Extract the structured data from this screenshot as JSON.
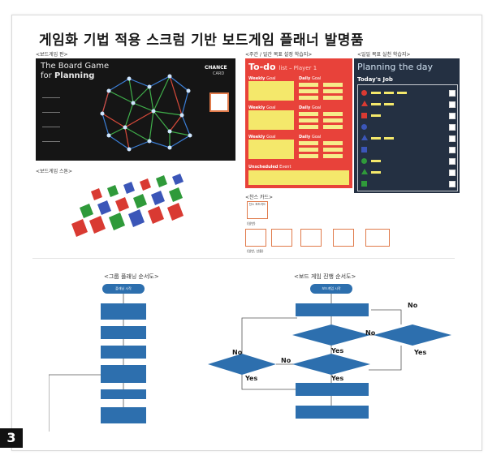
{
  "page": {
    "title": "게임화 기법 적용 스크럼 기반 보드게임 플래너 발명품",
    "figure_number": "3"
  },
  "board_game": {
    "caption": "<보드게임 판>",
    "title_line1": "The Board Game",
    "title_line2_prefix": "for",
    "title_line2_bold": "Planning",
    "chance": "CHANCE",
    "card": "CARD"
  },
  "tokens": {
    "caption": "<보드게임 스톤>",
    "colors": [
      "#d93a32",
      "#2f9a3a",
      "#3b56b8"
    ]
  },
  "todo": {
    "caption": "<주간 / 일간 목표 설정 학습지>",
    "head": "To-do",
    "head_sub": "list – Player 1",
    "weekly_label": "Weekly",
    "daily_label": "Daily",
    "goal_label": "Goal",
    "unscheduled": "Unscheduled",
    "unscheduled_sub": "Event"
  },
  "planning": {
    "caption": "<일일 목표 실천 학습지>",
    "head": "Planning",
    "head_sub": "the day",
    "job": "Today's Job"
  },
  "chance_cards": {
    "caption": "<찬스 카드>",
    "card_top": "찬스 보드카드",
    "label_a": "(일반)",
    "label_b": "(일반, 선물)"
  },
  "flow_left": {
    "title": "<그룹 플래닝 순서도>",
    "start": "플래닝 시작"
  },
  "flow_right": {
    "title": "<보드 게임 진행 순서도>",
    "start": "보드게임 시작",
    "yes": "Yes",
    "no": "No"
  },
  "colors": {
    "todo_red": "#e8423a",
    "plan_navy": "#243042",
    "flow_blue": "#2d6fae",
    "sticky_yellow": "#f4e86b"
  }
}
